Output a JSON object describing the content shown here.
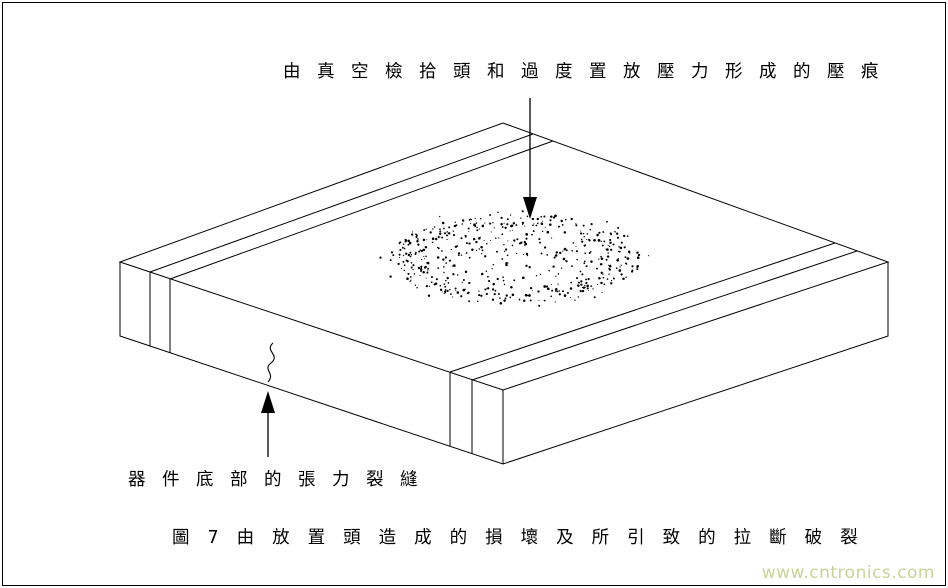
{
  "figure": {
    "top_label": "由真空檢拾頭和過度置放壓力形成的壓痕",
    "bottom_label": "器件底部的張力裂縫",
    "caption": "圖7由放置頭造成的損壞及所引致的拉斷破裂",
    "watermark": "www.cntronics.com"
  },
  "colors": {
    "line": "#000000",
    "background": "#ffffff",
    "watermark": "#c8d494"
  }
}
